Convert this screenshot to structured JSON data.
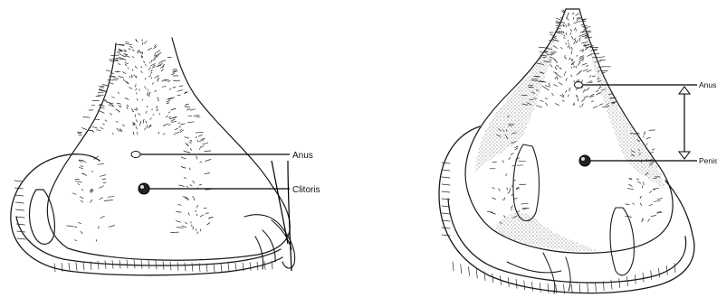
{
  "figures": [
    {
      "id": "female",
      "labels": {
        "anus": "Anus",
        "clitoris": "Clitoris"
      }
    },
    {
      "id": "male",
      "labels": {
        "anus": "Anus",
        "penis": "Penis"
      }
    }
  ],
  "colors": {
    "ink": "#1a1a1a",
    "background": "#ffffff"
  }
}
